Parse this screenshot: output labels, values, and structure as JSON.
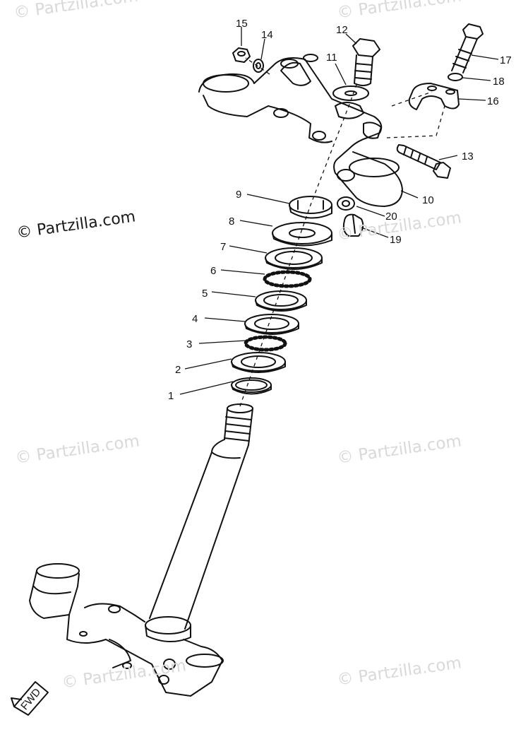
{
  "watermarks": [
    "© Partzilla.com",
    "© Partzilla.com",
    "© Partzilla.com",
    "© Partzilla.com",
    "© Partzilla.com",
    "© Partzilla.com",
    "© Partzilla.com",
    "© Partzilla.com"
  ],
  "callouts": [
    "1",
    "2",
    "3",
    "4",
    "5",
    "6",
    "7",
    "8",
    "9",
    "10",
    "11",
    "12",
    "13",
    "14",
    "15",
    "16",
    "17",
    "18",
    "19",
    "20"
  ],
  "fwd_label": "FWD"
}
